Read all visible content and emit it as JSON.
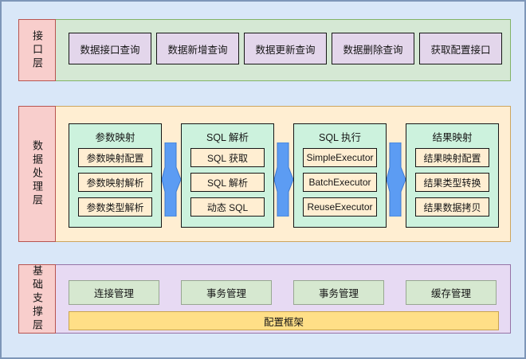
{
  "layers": {
    "interface": {
      "label": "接口层",
      "boxes": [
        "数据接口查询",
        "数据新增查询",
        "数据更新查询",
        "数据删除查询",
        "获取配置接口"
      ]
    },
    "processing": {
      "label": "数据处理层",
      "groups": [
        {
          "title": "参数映射",
          "items": [
            "参数映射配置",
            "参数映射解析",
            "参数类型解析"
          ]
        },
        {
          "title": "SQL 解析",
          "items": [
            "SQL 获取",
            "SQL 解析",
            "动态 SQL"
          ]
        },
        {
          "title": "SQL 执行",
          "items": [
            "SimpleExecutor",
            "BatchExecutor",
            "ReuseExecutor"
          ]
        },
        {
          "title": "结果映射",
          "items": [
            "结果映射配置",
            "结果类型转换",
            "结果数据拷贝"
          ]
        }
      ]
    },
    "support": {
      "label": "基础支撑层",
      "boxes": [
        "连接管理",
        "事务管理",
        "事务管理",
        "缓存管理"
      ],
      "wide_box": "配置框架"
    }
  },
  "colors": {
    "canvas-bg": "#d9e7f8",
    "canvas-border": "#7e96b8",
    "band1-bg": "#d5e8d4",
    "band1-border": "#82b366",
    "band2-bg": "#ffeed2",
    "band2-border": "#cda55e",
    "band3-bg": "#e7daf3",
    "band3-border": "#9673a6",
    "label-bg": "#f8cecc",
    "label-border": "#b85450",
    "purple-box-bg": "#e3d6eb",
    "group-bg": "#ccf2dd",
    "inner-box-bg": "#ffeed2",
    "green-box-bg": "#d6e8d0",
    "green-box-border": "#97a791",
    "config-bg": "#ffdf87",
    "config-border": "#c9a44f",
    "arrow-fill": "#5c9cf3",
    "arrow-stroke": "#3d7bd0",
    "black-border": "#161616",
    "text": "#161616"
  }
}
